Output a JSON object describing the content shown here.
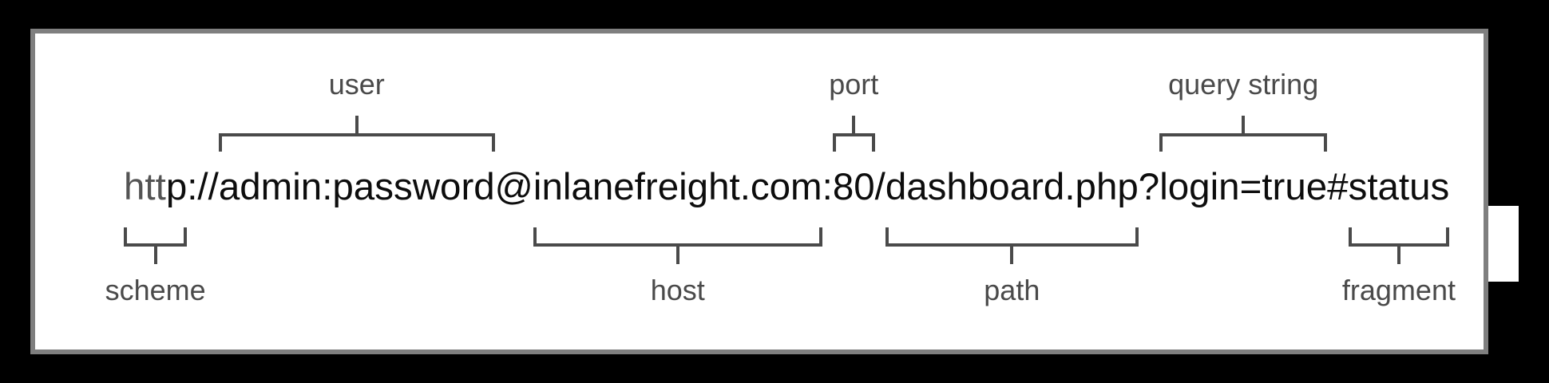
{
  "page": {
    "background_color": "#000000"
  },
  "card": {
    "background_color": "#ffffff",
    "border_color": "#7f7f7f"
  },
  "url": {
    "full": "http://admin:password@inlanefreight.com:80/dashboard.php?login=true#status",
    "muted_prefix": "htt",
    "rest": "p://admin:password@inlanefreight.com:80/dashboard.php?login=true#status",
    "text_color": "#0d0d0d",
    "muted_color": "#545454"
  },
  "annotations": {
    "line_color": "#4a4a4a",
    "label_color": "#4a4a4a",
    "top": [
      {
        "label": "user",
        "prefix": "http://",
        "text": "admin:password"
      },
      {
        "label": "port",
        "prefix": "http://admin:password@inlanefreight.com:",
        "text": "80"
      },
      {
        "label": "query string",
        "prefix": "http://admin:password@inlanefreight.com:80/dashboard.php?",
        "text": "login=true"
      }
    ],
    "bottom": [
      {
        "label": "scheme",
        "prefix": "",
        "text": "http"
      },
      {
        "label": "host",
        "prefix": "http://admin:password@",
        "text": "inlanefreight.com"
      },
      {
        "label": "path",
        "prefix": "http://admin:password@inlanefreight.com:80/",
        "text": "dashboard.php"
      },
      {
        "label": "fragment",
        "prefix": "http://admin:password@inlanefreight.com:80/dashboard.php?login=true#",
        "text": "status"
      }
    ]
  }
}
